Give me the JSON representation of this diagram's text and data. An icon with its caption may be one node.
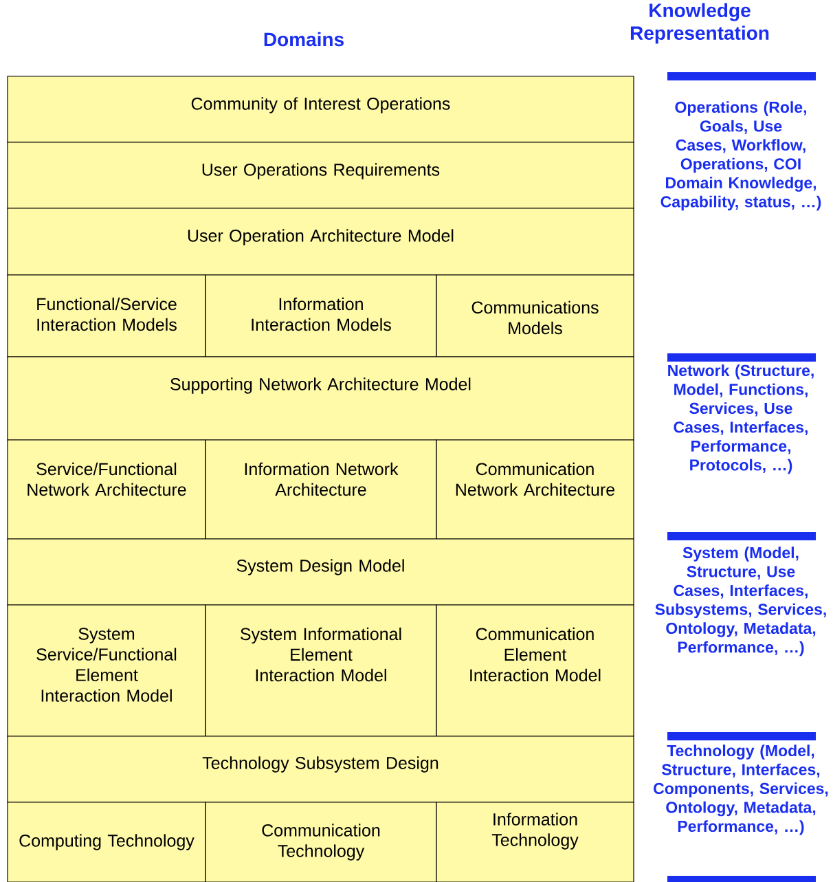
{
  "diagram": {
    "nodes": [
      {
        "text": [
          "Community of Interest Operations"
        ]
      },
      {
        "text": [
          "User Operations Requirements"
        ]
      },
      {
        "text": [
          "User Operation Architecture Model"
        ]
      },
      {
        "text": [
          "Functional/Service Interaction Models"
        ]
      },
      {
        "text": [
          "Information Interaction Models"
        ]
      },
      {
        "text": [
          "Communications Models"
        ]
      },
      {
        "text": [
          "Supporting Network Architecture Model"
        ]
      },
      {
        "text": [
          "Service/Functional Network Architecture"
        ]
      },
      {
        "text": [
          "Information Network Architecture"
        ]
      },
      {
        "text": [
          "Communication Network Architecture"
        ]
      },
      {
        "text": [
          "System Design Model"
        ]
      },
      {
        "text": [
          "System Service/Functional Element Interaction Model"
        ]
      },
      {
        "text": [
          "System Informational Element Interaction Model"
        ]
      },
      {
        "text": [
          "Communication Element Interaction Model"
        ]
      },
      {
        "text": [
          "Technology Subsystem Design"
        ]
      },
      {
        "text": [
          "Computing Technology"
        ]
      },
      {
        "text": [
          "Communication Technology"
        ]
      },
      {
        "text": [
          "Information Technology"
        ]
      }
    ],
    "labels": [
      "Domains",
      "Knowledge Representation",
      "Operations (Role, Goals, Use Cases, Workflow, Operations, COI Domain Knowledge, Capability, status, …)",
      "Network (Structure, Model, Functions, Services, Use Cases, Interfaces, Performance, Protocols, …)",
      "System (Model, Structure, Use Cases, Interfaces, Subsystems, Services, Ontology, Metadata, Performance, …)",
      "Technology (Model, Structure, Interfaces, Components, Services, Ontology, Metadata, Performance, …)"
    ]
  }
}
